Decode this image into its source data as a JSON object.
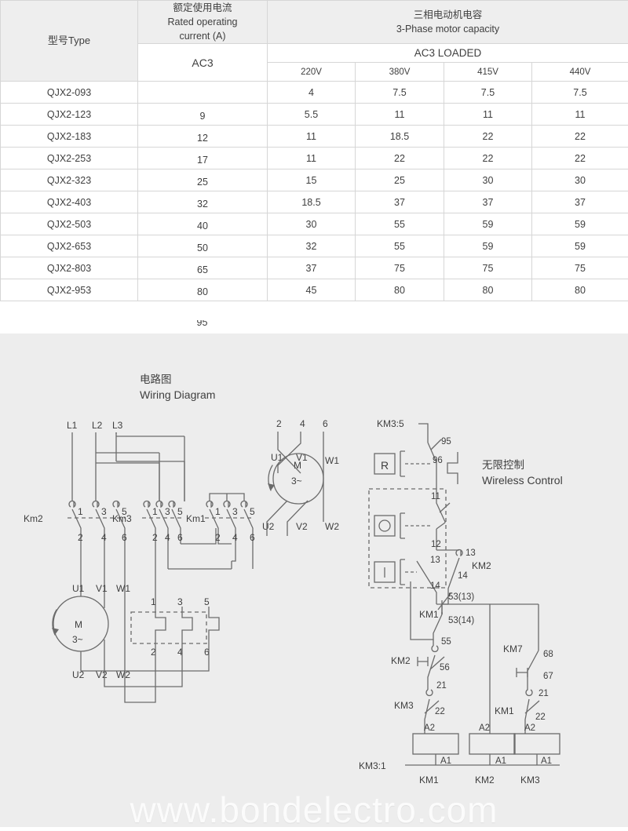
{
  "table": {
    "headers": {
      "type": "型号Type",
      "rated_cn": "额定使用电流",
      "rated_en1": "Rated operating",
      "rated_en2": "current (A)",
      "capacity_cn": "三相电动机电容",
      "capacity_en": "3-Phase motor capacity",
      "ac3": "AC3",
      "ac3_loaded": "AC3 LOADED",
      "v220": "220V",
      "v380": "380V",
      "v415": "415V",
      "v440": "440V"
    },
    "rows": [
      {
        "type": "QJX2-093",
        "ac3": "",
        "v220": "4",
        "v380": "7.5",
        "v415": "7.5",
        "v440": "7.5"
      },
      {
        "type": "QJX2-123",
        "ac3": "9",
        "v220": "5.5",
        "v380": "11",
        "v415": "11",
        "v440": "11"
      },
      {
        "type": "QJX2-183",
        "ac3": "12",
        "v220": "11",
        "v380": "18.5",
        "v415": "22",
        "v440": "22"
      },
      {
        "type": "QJX2-253",
        "ac3": "17",
        "v220": "11",
        "v380": "22",
        "v415": "22",
        "v440": "22"
      },
      {
        "type": "QJX2-323",
        "ac3": "25",
        "v220": "15",
        "v380": "25",
        "v415": "30",
        "v440": "30"
      },
      {
        "type": "QJX2-403",
        "ac3": "32",
        "v220": "18.5",
        "v380": "37",
        "v415": "37",
        "v440": "37"
      },
      {
        "type": "QJX2-503",
        "ac3": "40",
        "v220": "30",
        "v380": "55",
        "v415": "59",
        "v440": "59"
      },
      {
        "type": "QJX2-653",
        "ac3": "50",
        "v220": "32",
        "v380": "55",
        "v415": "59",
        "v440": "59"
      },
      {
        "type": "QJX2-803",
        "ac3": "65",
        "v220": "37",
        "v380": "75",
        "v415": "75",
        "v440": "75"
      },
      {
        "type": "QJX2-953",
        "ac3": "80",
        "v220": "45",
        "v380": "80",
        "v415": "80",
        "v440": "80"
      }
    ],
    "overflow_value": "95"
  },
  "diagram": {
    "title_cn": "电路图",
    "title_en": "Wiring Diagram",
    "wireless_cn": "无限控制",
    "wireless_en": "Wireless Control",
    "supply": {
      "l1": "L1",
      "l2": "L2",
      "l3": "L3"
    },
    "contactors": {
      "km2": "Km2",
      "km3": "Km3",
      "km1": "Km1"
    },
    "terminal_numbers": [
      "1",
      "3",
      "5",
      "2",
      "4",
      "6"
    ],
    "motor_left": {
      "m": "M",
      "phase": "3~",
      "u1": "U1",
      "v1": "V1",
      "w1": "W1",
      "u2": "U2",
      "v2": "V2",
      "w2": "W2"
    },
    "motor_mid": {
      "m": "M",
      "phase": "3~",
      "u1": "U1",
      "v1": "V1",
      "w1": "W1",
      "u2": "U2",
      "v2": "V2",
      "w2": "W2",
      "t2": "2",
      "t4": "4",
      "t6": "6"
    },
    "overload_block": {
      "t1": "1",
      "t3": "3",
      "t5": "5",
      "t2": "2",
      "t4": "4",
      "t6": "6"
    },
    "control": {
      "km3_5": "KM3:5",
      "km3_1": "KM3:1",
      "btn_reset": "R",
      "btn_stop": "O",
      "btn_start": "I",
      "n95": "95",
      "n96": "96",
      "n11": "11",
      "n12": "12",
      "n13": "13",
      "n13b": "13",
      "n14": "14",
      "n14b": "14",
      "km2_aux": "KM2",
      "c53_13": "53(13)",
      "c53_14": "53(14)",
      "km1_aux": "KM1",
      "n55": "55",
      "n56": "56",
      "km2_nc": "KM2",
      "n21": "21",
      "n22": "22",
      "km3_nc": "KM3",
      "km7": "KM7",
      "n68": "68",
      "n67": "67",
      "n21b": "21",
      "n22b": "22",
      "km1_nc": "KM1",
      "coil1_a2": "A2",
      "coil1_a1": "A1",
      "coil1_name": "KM1",
      "coil2_a2": "A2",
      "coil2_a1": "A1",
      "coil2_name": "KM2",
      "coil3_a2": "A2",
      "coil3_a1": "A1",
      "coil3_name": "KM3"
    }
  },
  "watermark": {
    "text": "www.bondelectro.com"
  }
}
